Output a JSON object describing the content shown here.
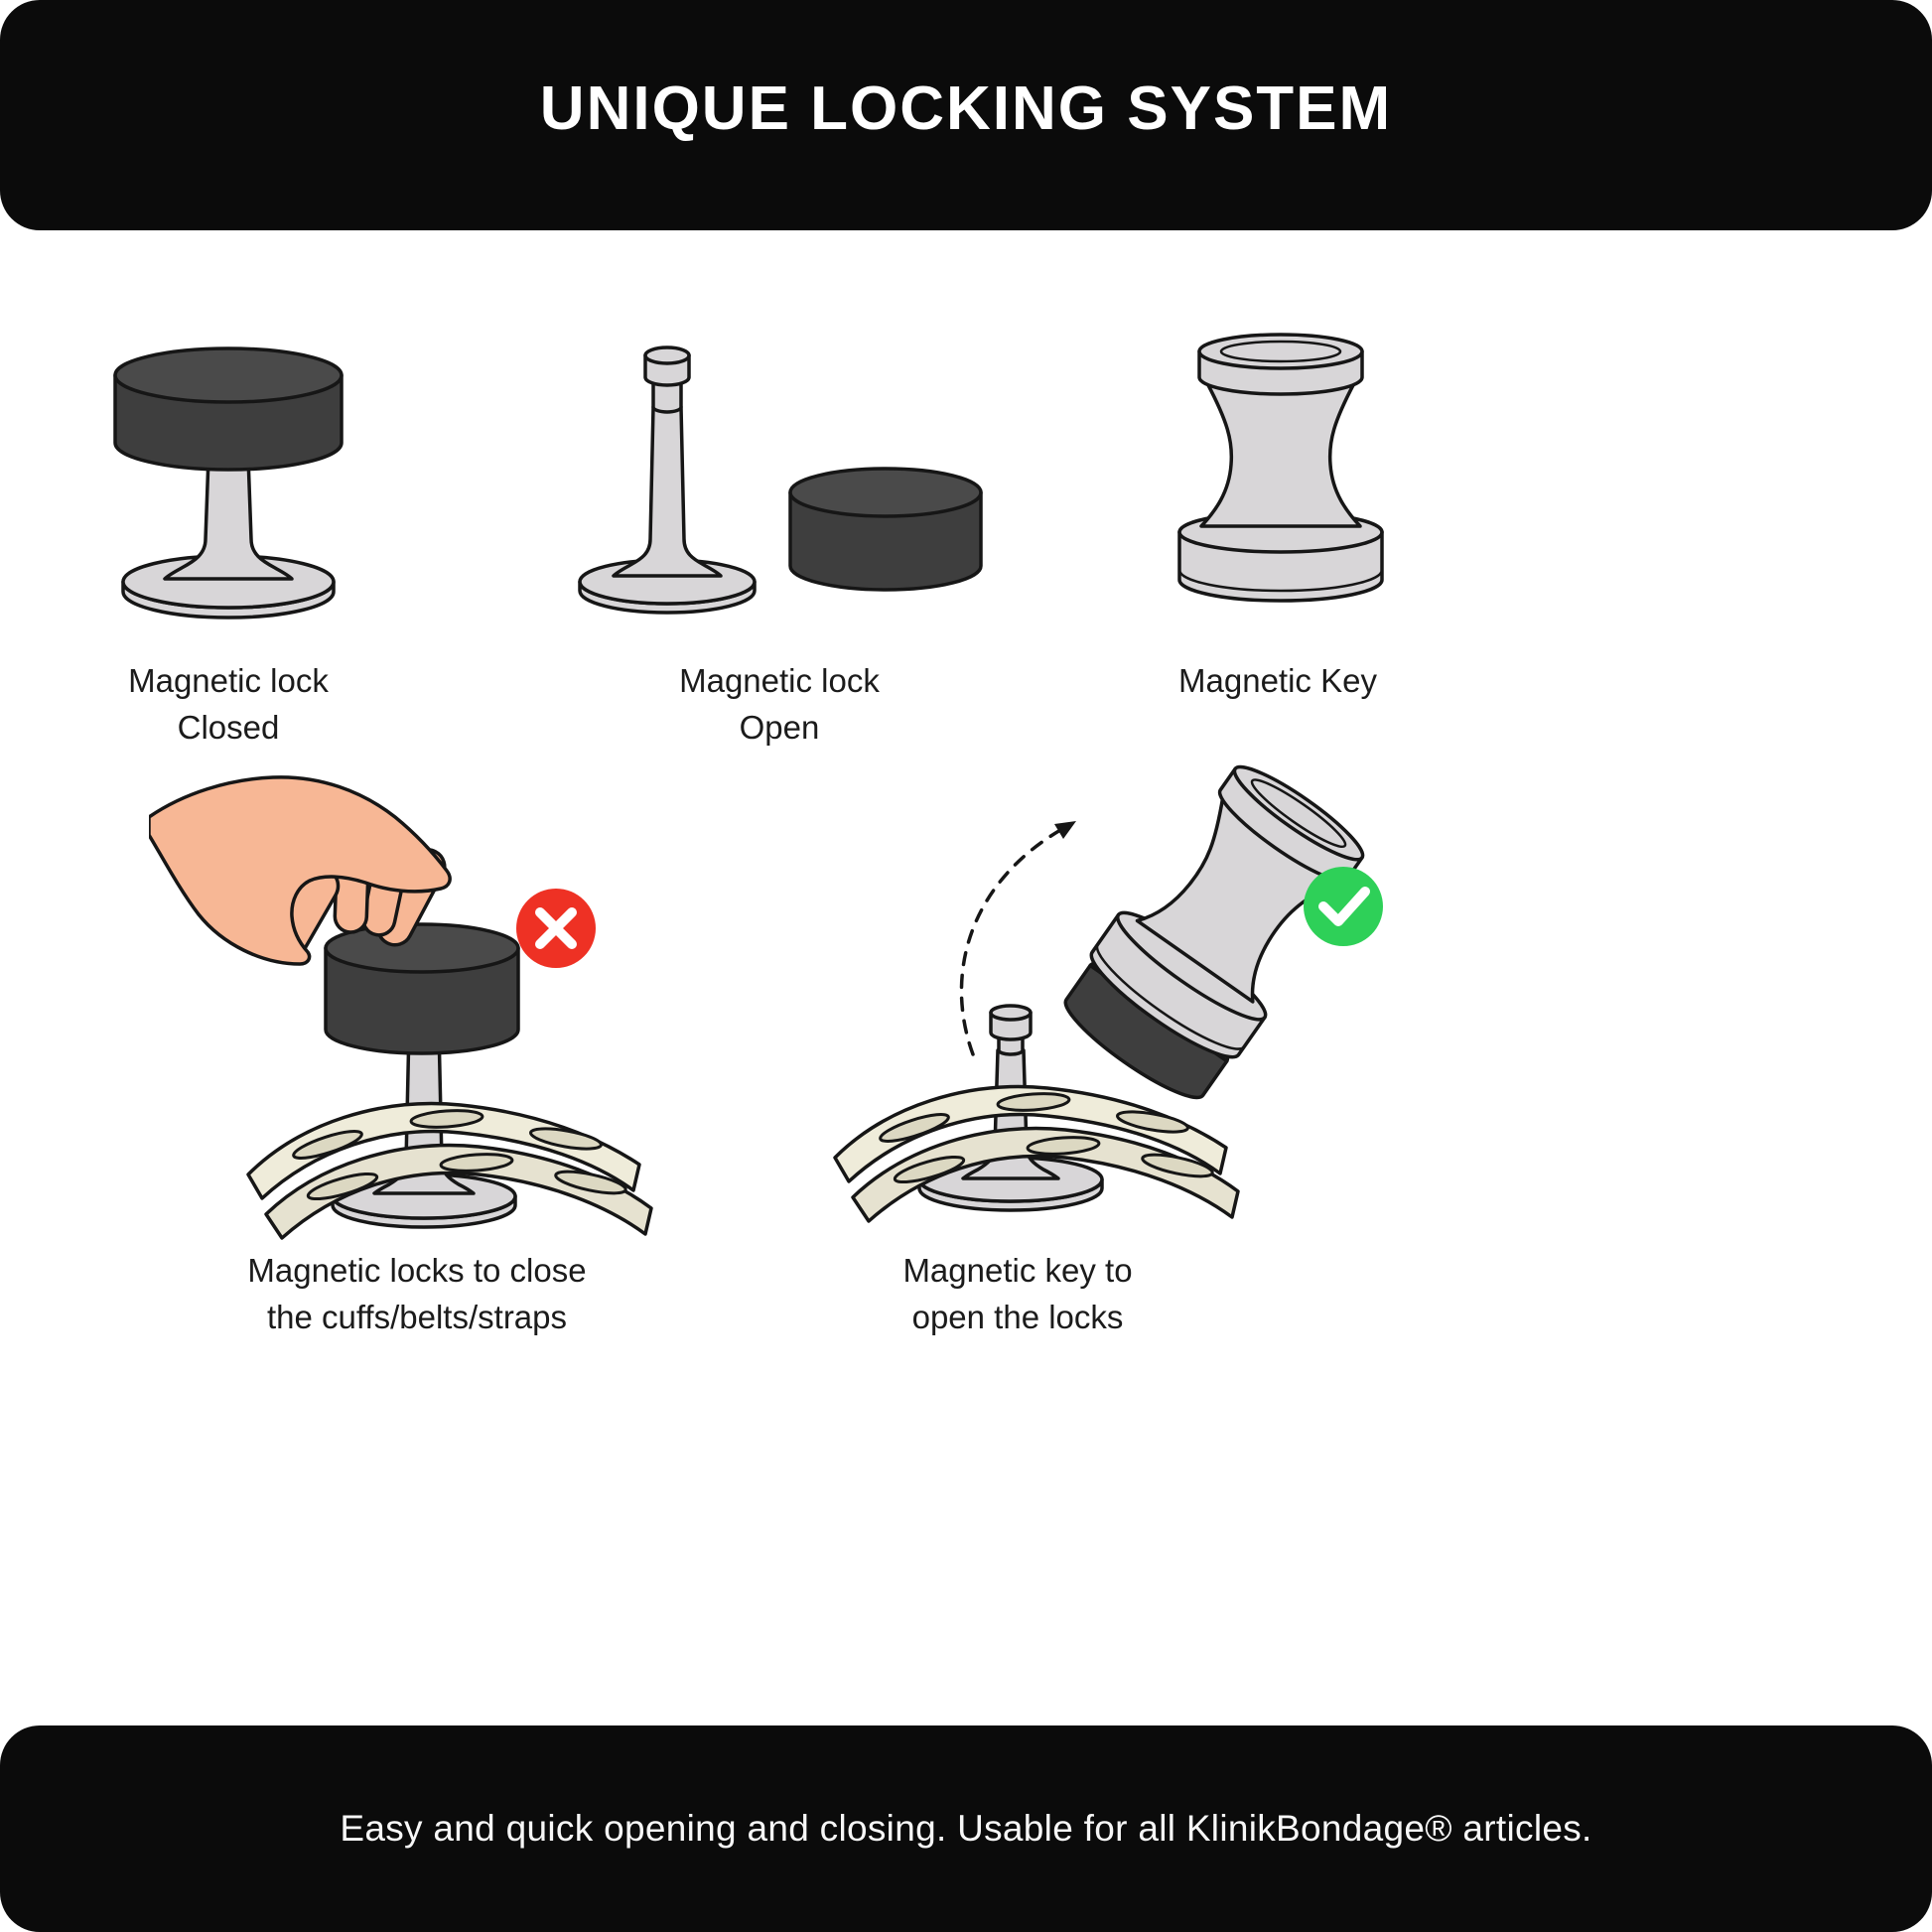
{
  "header": {
    "title": "UNIQUE LOCKING SYSTEM"
  },
  "top_row": {
    "lock_closed": {
      "line1": "Magnetic lock",
      "line2": "Closed"
    },
    "lock_open": {
      "line1": "Magnetic lock",
      "line2": "Open"
    },
    "magnetic_key": {
      "label": "Magnetic Key"
    }
  },
  "bottom_row": {
    "close_demo": {
      "line1": "Magnetic locks to close",
      "line2": "the cuffs/belts/straps",
      "status_icon": "cross-icon"
    },
    "open_demo": {
      "line1": "Magnetic key to",
      "line2": "open the locks",
      "status_icon": "check-icon"
    }
  },
  "footer": {
    "text": "Easy and quick opening and closing. Usable for all KlinikBondage® articles."
  },
  "colors": {
    "banner_bg": "#0b0b0b",
    "error_red": "#ee3124",
    "success_green": "#2ed058",
    "lock_dark": "#3e3e3e",
    "metal_light": "#d8d6d8",
    "strap_cream": "#efecda",
    "skin": "#f7b795"
  }
}
